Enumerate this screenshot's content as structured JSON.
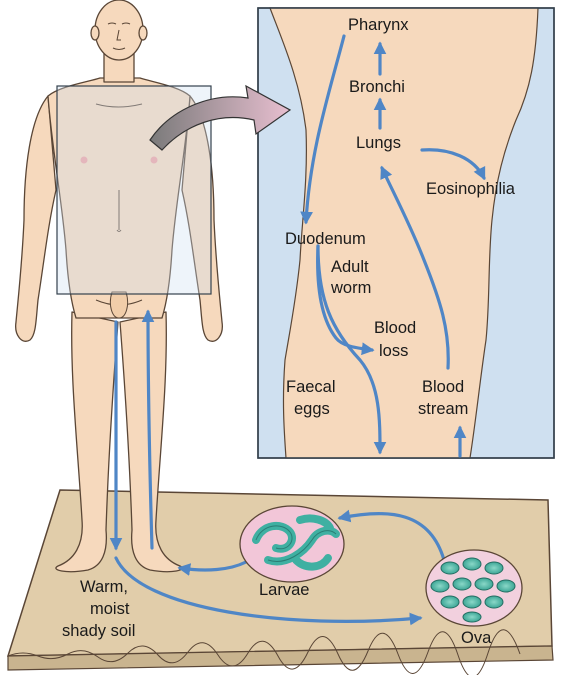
{
  "labels": {
    "pharynx": "Pharynx",
    "bronchi": "Bronchi",
    "lungs": "Lungs",
    "eosinophilia": "Eosinophilia",
    "duodenum": "Duodenum",
    "adult_worm_1": "Adult",
    "adult_worm_2": "worm",
    "blood_loss_1": "Blood",
    "blood_loss_2": "loss",
    "faecal_eggs_1": "Faecal",
    "faecal_eggs_2": "eggs",
    "blood_stream_1": "Blood",
    "blood_stream_2": "stream",
    "larvae": "Larvae",
    "ova": "Ova",
    "soil_1": "Warm,",
    "soil_2": "moist",
    "soil_3": "shady soil"
  },
  "colors": {
    "arrow": "#4f86c6",
    "skin": "#f6d9bd",
    "skin_outline": "#5a4636",
    "soil": "#e1cdaa",
    "soil_edge": "#c9b48f",
    "inset_bg": "#cfe0f0",
    "larvae_circle": "#f2c6d8",
    "larvae_worm": "#3fb0a2",
    "ova_circle": "#f2d0de",
    "ova_egg": "#46b8a8"
  }
}
